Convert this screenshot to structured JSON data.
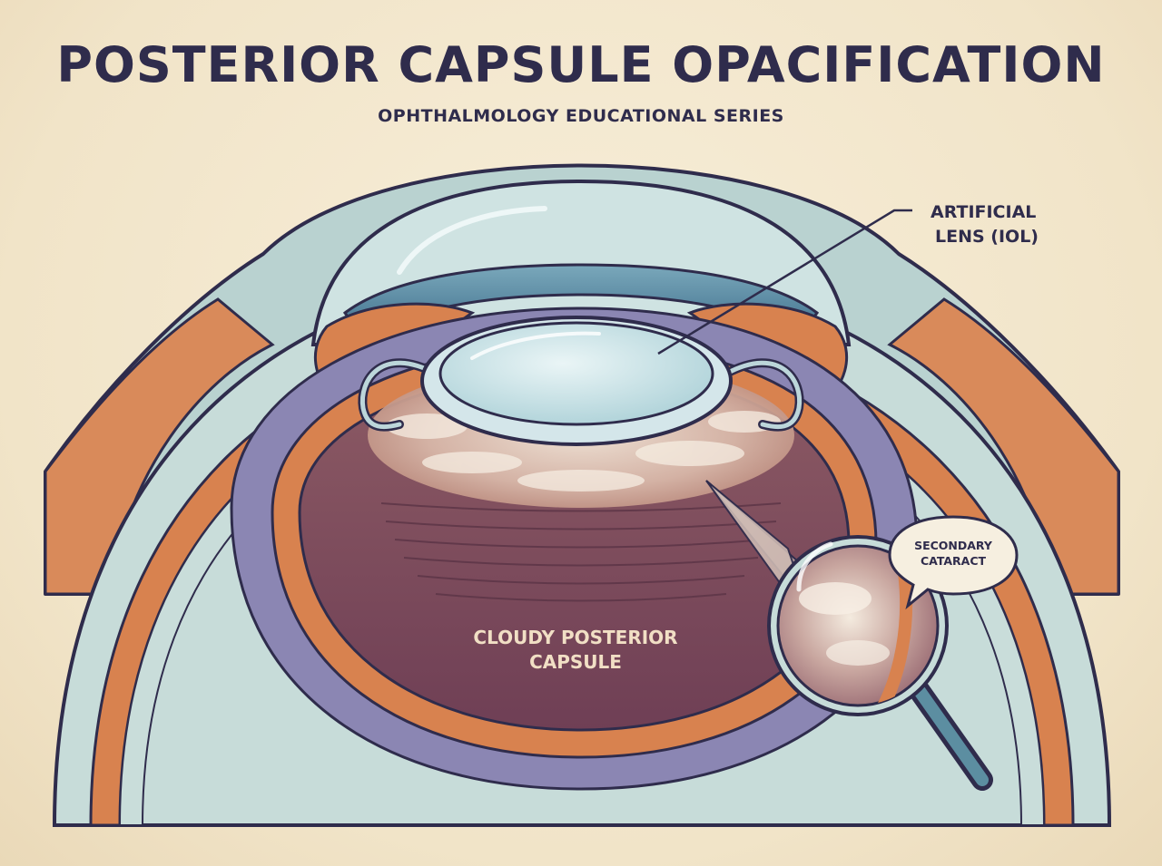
{
  "header": {
    "title": "POSTERIOR CAPSULE OPACIFICATION",
    "subtitle": "OPHTHALMOLOGY EDUCATIONAL SERIES"
  },
  "labels": {
    "artificial_lens_line1": "ARTIFICIAL",
    "artificial_lens_line2": "LENS (IOL)",
    "cloudy_capsule_line1": "CLOUDY POSTERIOR",
    "cloudy_capsule_line2": "CAPSULE",
    "secondary_cataract_line1": "SECONDARY",
    "secondary_cataract_line2": "CATARACT"
  },
  "icons": {
    "magnifier": "magnifying-glass-icon",
    "callout": "speech-bubble-icon"
  },
  "colors": {
    "ink": "#2f2c4c",
    "background": "#f3e8cf",
    "sclera": "#bfd7d6",
    "cornea": "#cfe3e2",
    "iris": "#5f90a6",
    "ciliary_muscle": "#d8824f",
    "choroid_purple": "#8b86b3",
    "capsule_interior": "#7e4a5a",
    "vitreous": "#c5dcda",
    "label_light": "#f1dfc5"
  }
}
